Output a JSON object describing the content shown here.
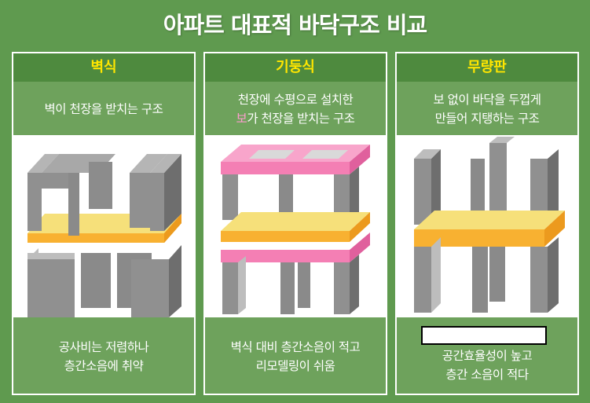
{
  "title": "아파트 대표적 바닥구조 비교",
  "panels": [
    {
      "name": "벽식",
      "desc_lines": [
        "벽이 천장을 받치는 구조"
      ],
      "foot_lines": [
        "공사비는 저렴하나",
        "층간소음에 취약"
      ]
    },
    {
      "name": "기둥식",
      "desc_line1": "천장에 수평으로 설치한",
      "desc_line2_highlight": "보",
      "desc_line2_rest": "가 천장을 받치는 구조",
      "foot_lines": [
        "벽식 대비 층간소음이 적고",
        "리모델링이 쉬움"
      ]
    },
    {
      "name": "무량판",
      "desc_lines": [
        "보 없이 바닥을 두껍게",
        "만들어 지탱하는 구조"
      ],
      "foot_lines": [
        "공간효율성이 높고",
        "층간 소음이 적다"
      ]
    }
  ],
  "colors": {
    "background": "#5f9a4f",
    "header": "#4e8a3e",
    "header_text": "#ffe600",
    "slab_yellow": "#f6e07a",
    "slab_orange": "#f8b131",
    "beam_pink": "#f47fb4",
    "wall_gray": "#909090"
  }
}
